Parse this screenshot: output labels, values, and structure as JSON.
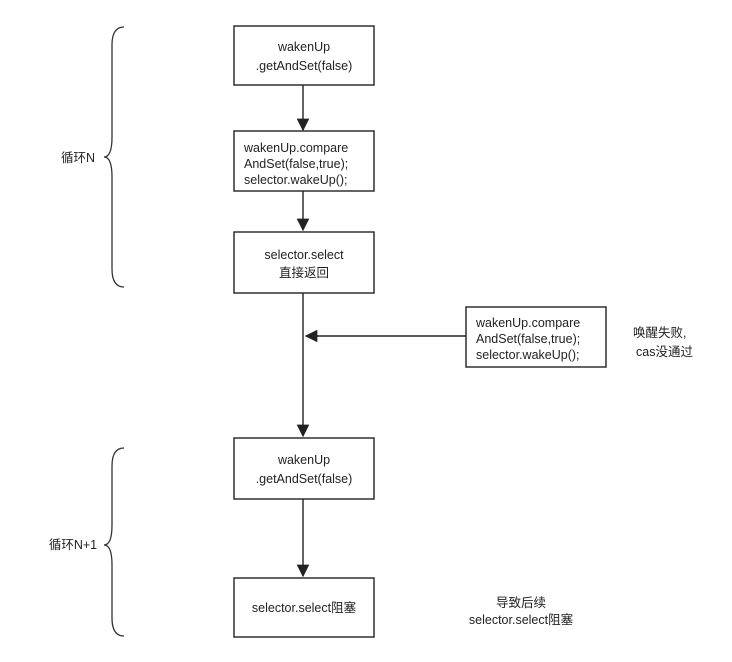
{
  "nodes": {
    "n1": {
      "lines": [
        "wakenUp",
        ".getAndSet(false)"
      ]
    },
    "n2": {
      "lines": [
        "wakenUp.compare",
        "AndSet(false,true);",
        "selector.wakeUp();"
      ]
    },
    "n3": {
      "lines": [
        "selector.select",
        "直接返回"
      ]
    },
    "n4": {
      "lines": [
        "wakenUp.compare",
        "AndSet(false,true);",
        "selector.wakeUp();"
      ]
    },
    "n5": {
      "lines": [
        "wakenUp",
        ".getAndSet(false)"
      ]
    },
    "n6": {
      "lines": [
        "selector.select阻塞"
      ]
    }
  },
  "labels": {
    "loop_n": "循环N",
    "loop_n1": "循环N+1",
    "wake_fail": [
      "唤醒失败,",
      "cas没通过"
    ],
    "block_note": [
      "导致后续",
      "selector.select阻塞"
    ]
  }
}
